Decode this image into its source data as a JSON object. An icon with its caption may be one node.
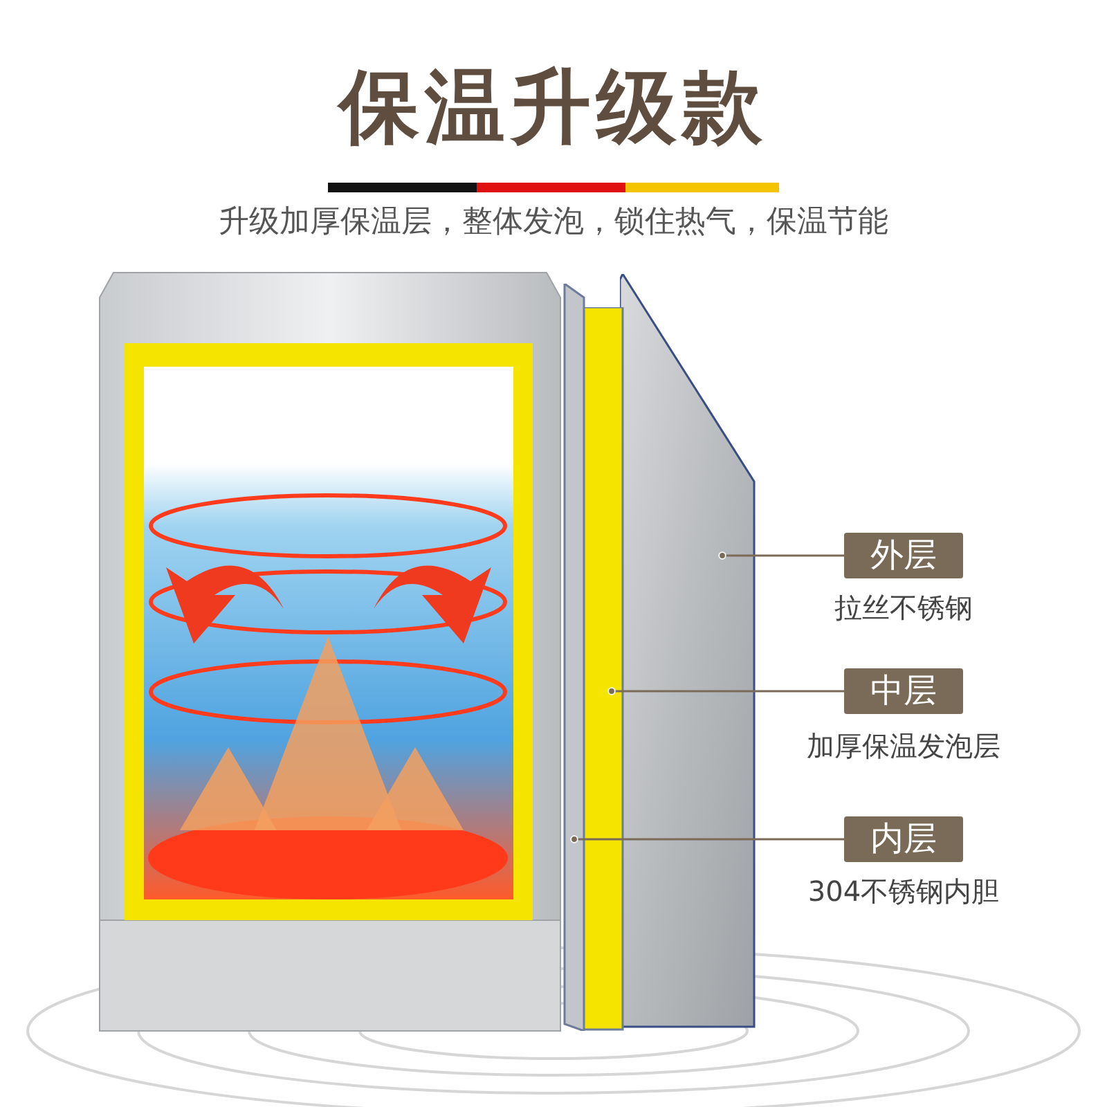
{
  "diagram": {
    "title": "保温升级款",
    "nodes": [
      {
        "text": [
          "外层"
        ],
        "beside": [
          "拉丝不锈钢"
        ]
      },
      {
        "text": [
          "中层"
        ],
        "beside": [
          "加厚保温发泡层"
        ]
      },
      {
        "text": [
          "内层"
        ],
        "beside": [
          "304不锈钢内胆"
        ]
      },
      {
        "text": [],
        "shape": "box"
      },
      {
        "text": [],
        "shape": "box"
      },
      {
        "text": [],
        "shape": "box"
      }
    ],
    "edges": [
      {
        "from": 0,
        "to": 3,
        "arrow": "other"
      },
      {
        "from": 1,
        "to": 4,
        "arrow": "other"
      },
      {
        "from": 2,
        "to": 5,
        "arrow": "other"
      }
    ],
    "labels": [
      "升级加厚保温层，整体发泡，锁住热气，保温节能"
    ]
  }
}
